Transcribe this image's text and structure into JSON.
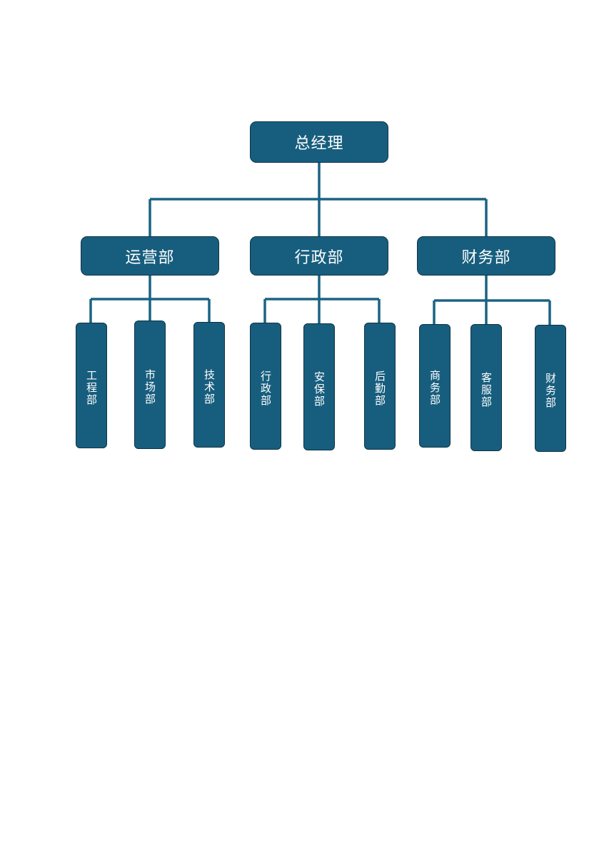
{
  "org_chart": {
    "root": "总经理",
    "departments": [
      {
        "label": "运营部",
        "children": [
          "工程部",
          "市场部",
          "技术部"
        ]
      },
      {
        "label": "行政部",
        "children": [
          "行政部",
          "安保部",
          "后勤部"
        ]
      },
      {
        "label": "财务部",
        "children": [
          "商务部",
          "客服部",
          "财务部"
        ]
      }
    ]
  },
  "colors": {
    "node_fill": "#175e7e",
    "node_border": "#0e3346",
    "connector": "#1b6384",
    "text": "#ffffff"
  }
}
